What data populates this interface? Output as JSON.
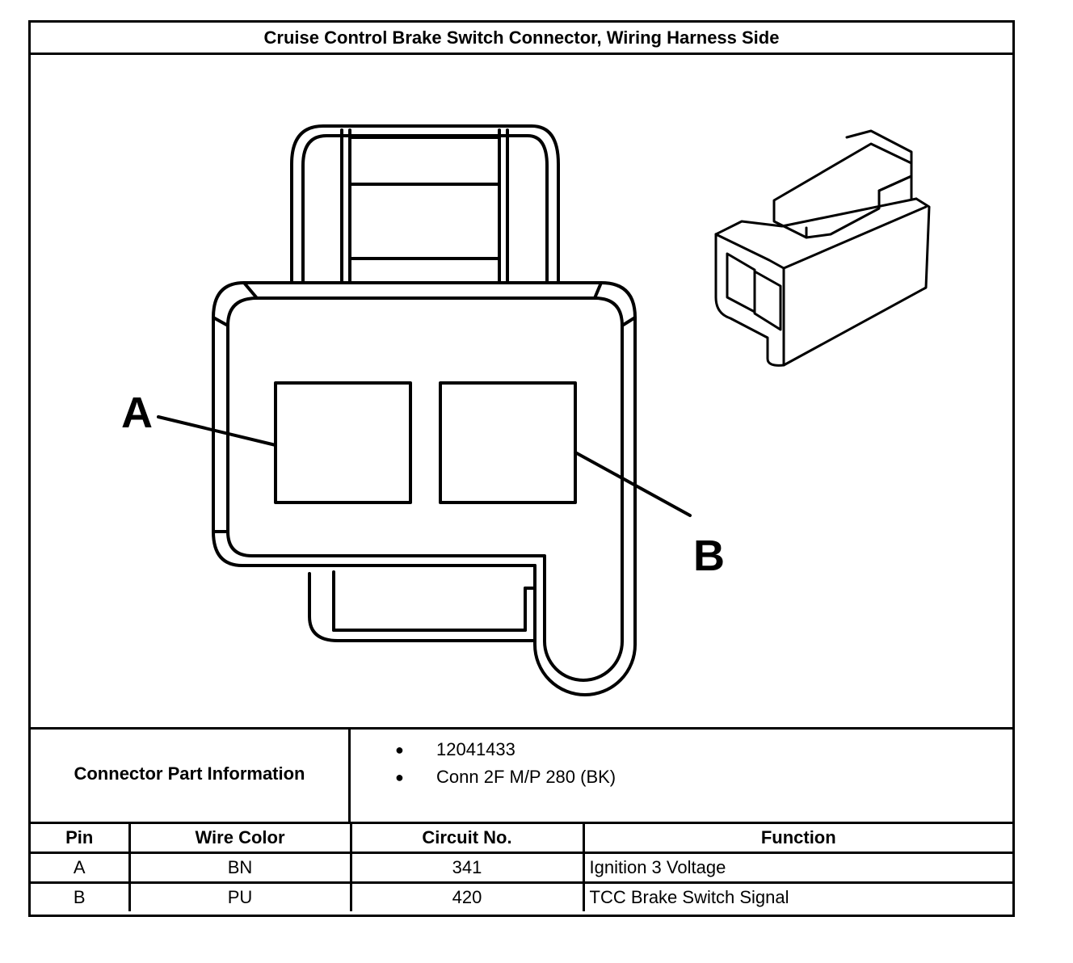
{
  "title": "Cruise Control Brake Switch Connector, Wiring Harness Side",
  "diagram": {
    "pin_label_a": "A",
    "pin_label_b": "B"
  },
  "connector_info": {
    "label": "Connector Part Information",
    "items": [
      "12041433",
      "Conn 2F M/P 280 (BK)"
    ]
  },
  "table": {
    "headers": [
      "Pin",
      "Wire Color",
      "Circuit No.",
      "Function"
    ],
    "rows": [
      [
        "A",
        "BN",
        "341",
        "Ignition 3 Voltage"
      ],
      [
        "B",
        "PU",
        "420",
        "TCC Brake Switch Signal"
      ]
    ]
  }
}
